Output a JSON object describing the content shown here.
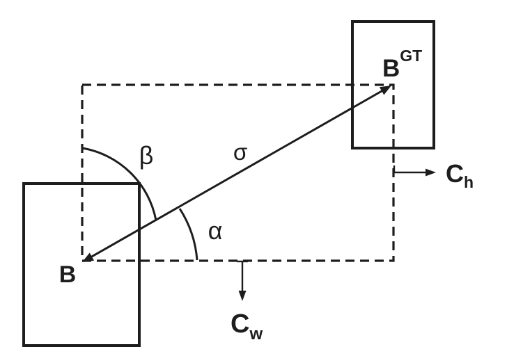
{
  "figure": {
    "colors": {
      "background": "#ffffff",
      "ink": "#1d1d1d"
    },
    "labels": {
      "pred_box": "B",
      "gt_box_base": "B",
      "gt_box_sup": "GT",
      "sigma": "σ",
      "beta": "β",
      "alpha": "α",
      "c_h_base": "C",
      "c_h_sub": "h",
      "c_w_base": "C",
      "c_w_sub": "w"
    }
  }
}
